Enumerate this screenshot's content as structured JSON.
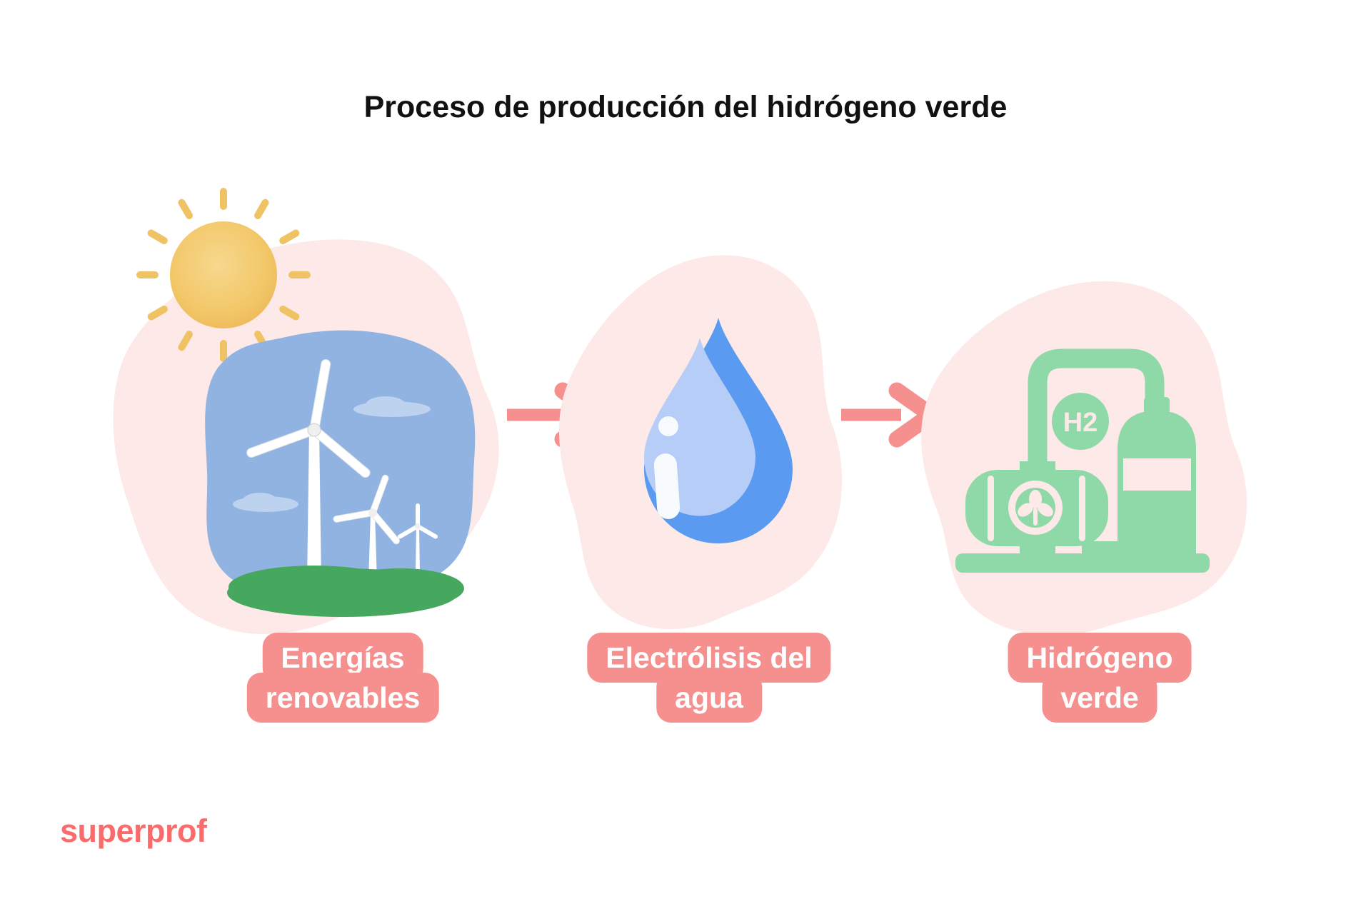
{
  "title": "Proceso de producción del hidrógeno verde",
  "stages": [
    {
      "label_line1": "Energías",
      "label_line2": "renovables",
      "icon": "sun-and-wind-turbines-illustration"
    },
    {
      "label_line1": "Electrólisis del",
      "label_line2": "agua",
      "icon": "water-drop-icon"
    },
    {
      "label_line1": "Hidrógeno",
      "label_line2": "verde",
      "icon": "hydrogen-plant-icon",
      "badge": "H2"
    }
  ],
  "arrows": [
    {
      "icon": "arrow-right-icon"
    },
    {
      "icon": "arrow-right-icon"
    }
  ],
  "logo": "superprof",
  "colors": {
    "background": "#FFFFFF",
    "blob_pink": "#FCE9E8",
    "accent_salmon": "#F6908E",
    "logo_coral": "#FB6B6B",
    "title_text": "#111111",
    "label_text": "#FFFFFF",
    "sun_yellow": "#EFC364",
    "sky_blue": "#91B3E2",
    "cloud_blue": "#BDD2EE",
    "grass_green": "#46A75F",
    "turbine_white": "#FFFFFF",
    "drop_blue_dark": "#5A9AF0",
    "drop_blue_light": "#B6CDF8",
    "plant_green": "#8FD9A8"
  }
}
